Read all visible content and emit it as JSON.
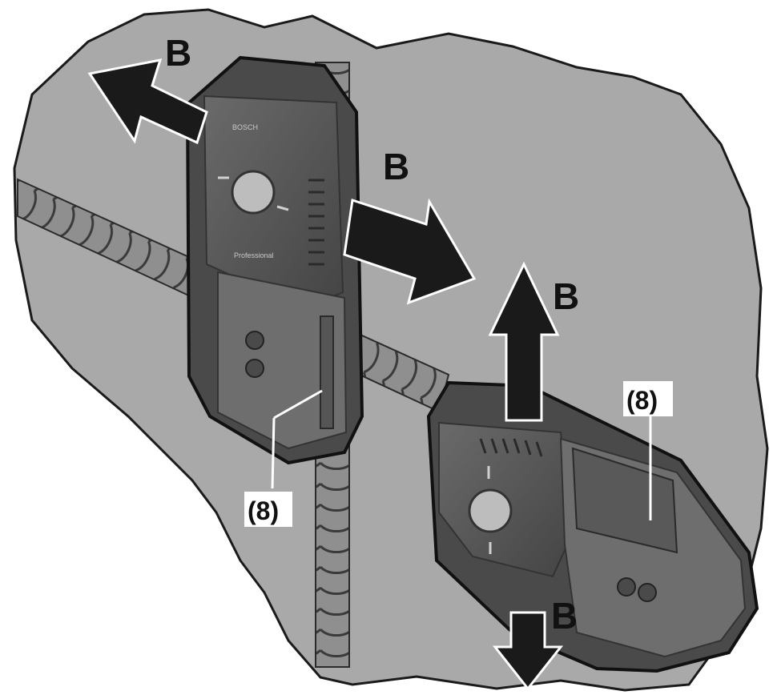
{
  "labels": {
    "direction_b": "B",
    "callout": "(8)"
  },
  "device_markings": {
    "brand": "BOSCH",
    "model": "Professional"
  },
  "colors": {
    "background": "#ffffff",
    "wall": "#a9a9a9",
    "device_body": "#5a5a5a",
    "device_edge": "#8a8a8a",
    "rebar": "#8f8f8f",
    "arrow": "#1a1a1a",
    "label_box": "#ffffff"
  },
  "icons": [
    "rebar-horizontal",
    "rebar-vertical",
    "detector-device",
    "arrow",
    "sensor-lens",
    "control-button"
  ]
}
